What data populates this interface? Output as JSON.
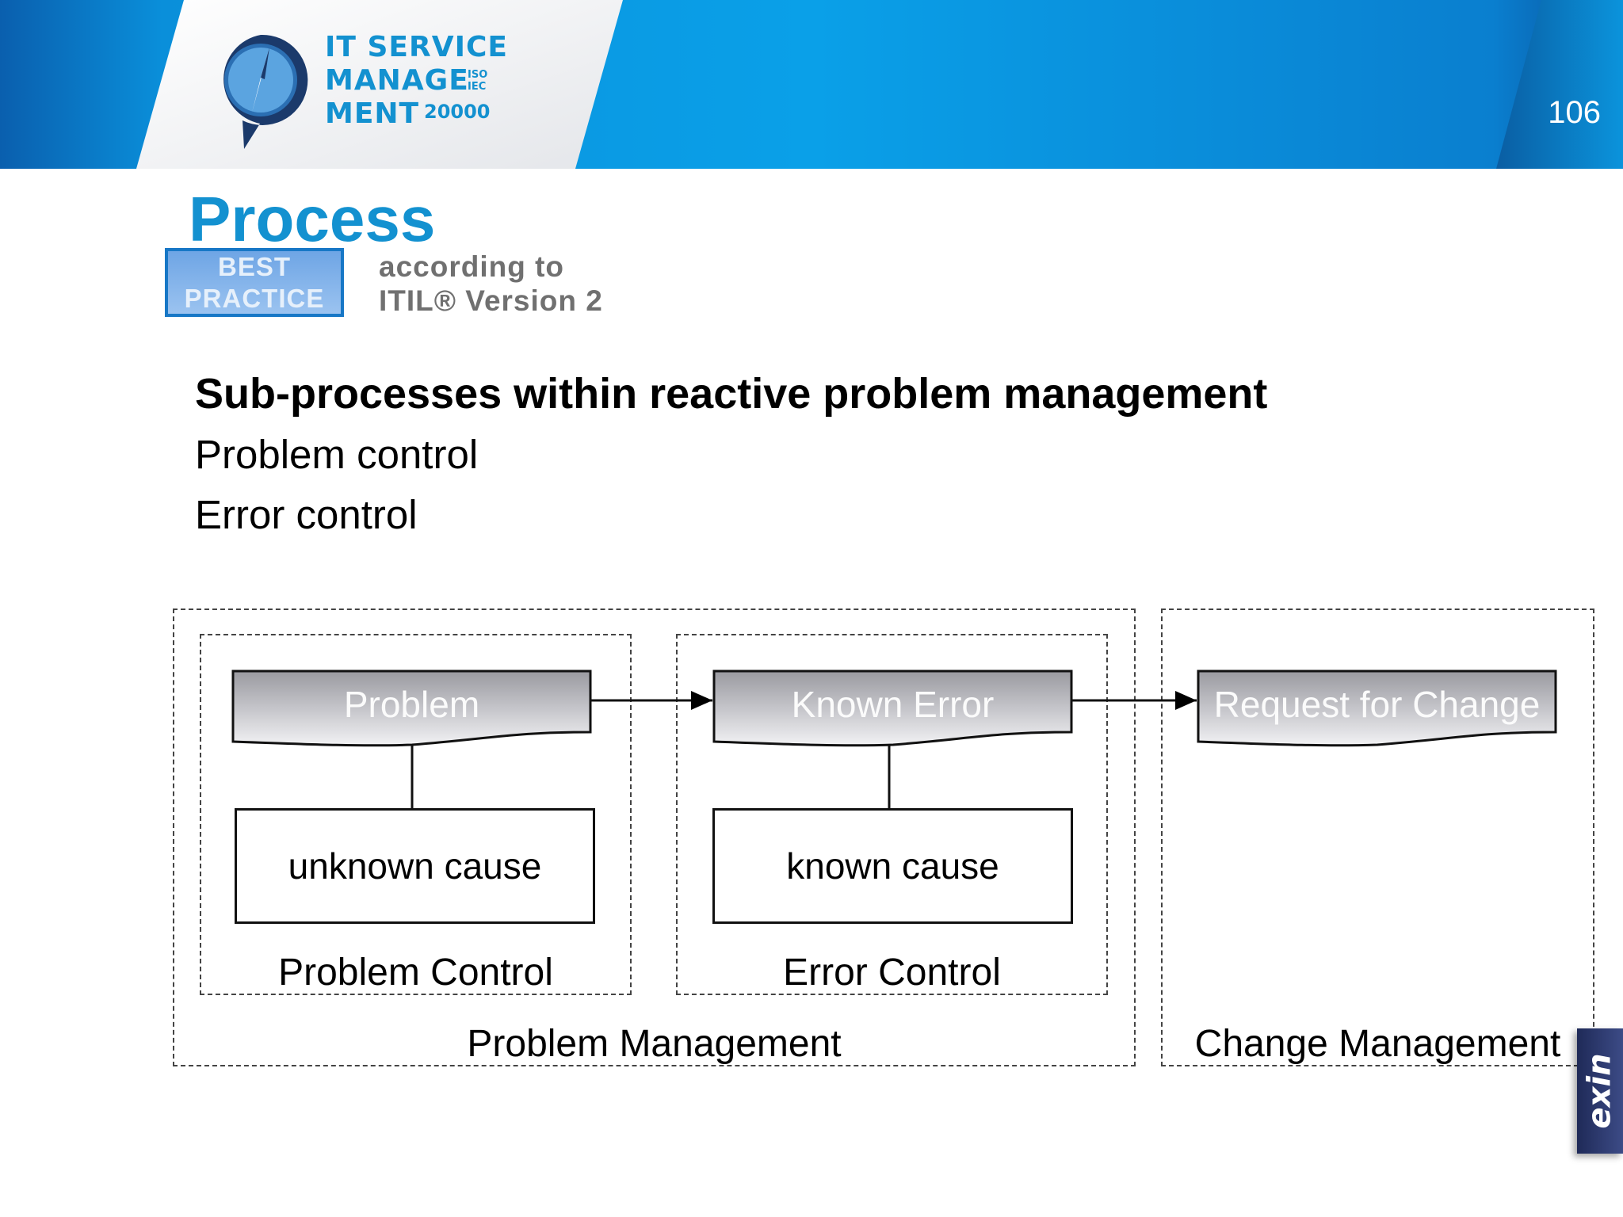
{
  "header": {
    "logo": {
      "line1": "IT SERVICE",
      "line2": "MANAGE",
      "line3": "MENT",
      "iso": "ISO",
      "iec": "IEC",
      "standard": "20000"
    },
    "page_number": "106"
  },
  "process": {
    "title": "Process",
    "badge_line1": "BEST",
    "badge_line2": "PRACTICE",
    "according_line1": "according to",
    "according_line2": "ITIL® Version 2"
  },
  "content": {
    "heading": "Sub-processes within reactive problem management",
    "bullets": [
      "Problem control",
      "Error control"
    ]
  },
  "diagram": {
    "nodes": {
      "problem": "Problem",
      "known_error": "Known Error",
      "rfc": "Request for Change"
    },
    "causes": {
      "unknown": "unknown cause",
      "known": "known cause"
    },
    "groups": {
      "problem_control": "Problem Control",
      "error_control": "Error Control",
      "problem_management": "Problem Management",
      "change_management": "Change Management"
    },
    "edges": [
      {
        "from": "Problem",
        "to": "Known Error"
      },
      {
        "from": "Known Error",
        "to": "Request for Change"
      }
    ]
  },
  "footer": {
    "brand": "exin"
  },
  "colors": {
    "brand_blue": "#1391d0",
    "banner_blue": "#0b9be3",
    "banner_dark": "#0a5ea8"
  }
}
